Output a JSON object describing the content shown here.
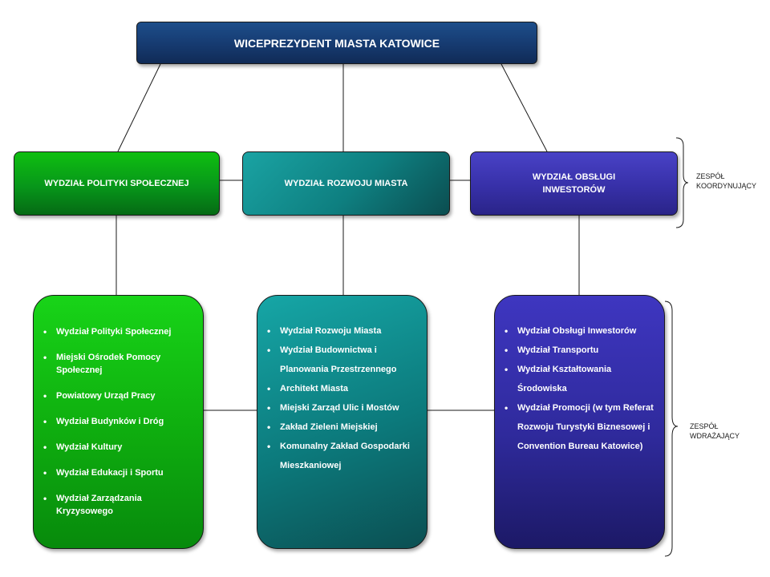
{
  "top_box": {
    "title": "WICEPREZYDENT MIASTA KATOWICE",
    "color": "#163a70"
  },
  "departments": {
    "social": {
      "title": "WYDZIAŁ POLITYKI SPOŁECZNEJ",
      "color": "#07961a"
    },
    "development": {
      "title": "WYDZIAŁ ROZWOJU MIASTA",
      "color": "#0e7f80"
    },
    "investors": {
      "title_line1": "WYDZIAŁ OBSŁUGI",
      "title_line2": "INWESTORÓW",
      "color": "#3730a8"
    }
  },
  "groups": {
    "social": {
      "color": "#0fb00f",
      "items": [
        "Wydział Polityki Społecznej",
        "Miejski Ośrodek Pomocy Społecznej",
        "Powiatowy Urząd Pracy",
        "Wydział Budynków i Dróg",
        "Wydział Kultury",
        "Wydział Edukacji i Sportu",
        "Wydział Zarządzania Kryzysowego"
      ]
    },
    "development": {
      "color": "#0c7a7c",
      "items": [
        "Wydział Rozwoju Miasta",
        "Wydział Budownictwa i Planowania Przestrzennego",
        "Architekt Miasta",
        "Miejski Zarząd Ulic i Mostów",
        "Zakład Zieleni Miejskiej",
        "Komunalny Zakład Gospodarki Mieszkaniowej"
      ]
    },
    "investors": {
      "color": "#2f2a9c",
      "items": [
        "Wydział Obsługi Inwestorów",
        "Wydział Transportu",
        "Wydział Kształtowania Środowiska",
        "Wydział Promocji (w tym Referat Rozwoju Turystyki Biznesowej i Convention Bureau Katowice)"
      ]
    }
  },
  "labels": {
    "coordinating_line1": "ZESPÓŁ",
    "coordinating_line2": "KOORDYNUJĄCY",
    "implementing_line1": "ZESPÓŁ",
    "implementing_line2": "WDRAŻAJĄCY"
  }
}
